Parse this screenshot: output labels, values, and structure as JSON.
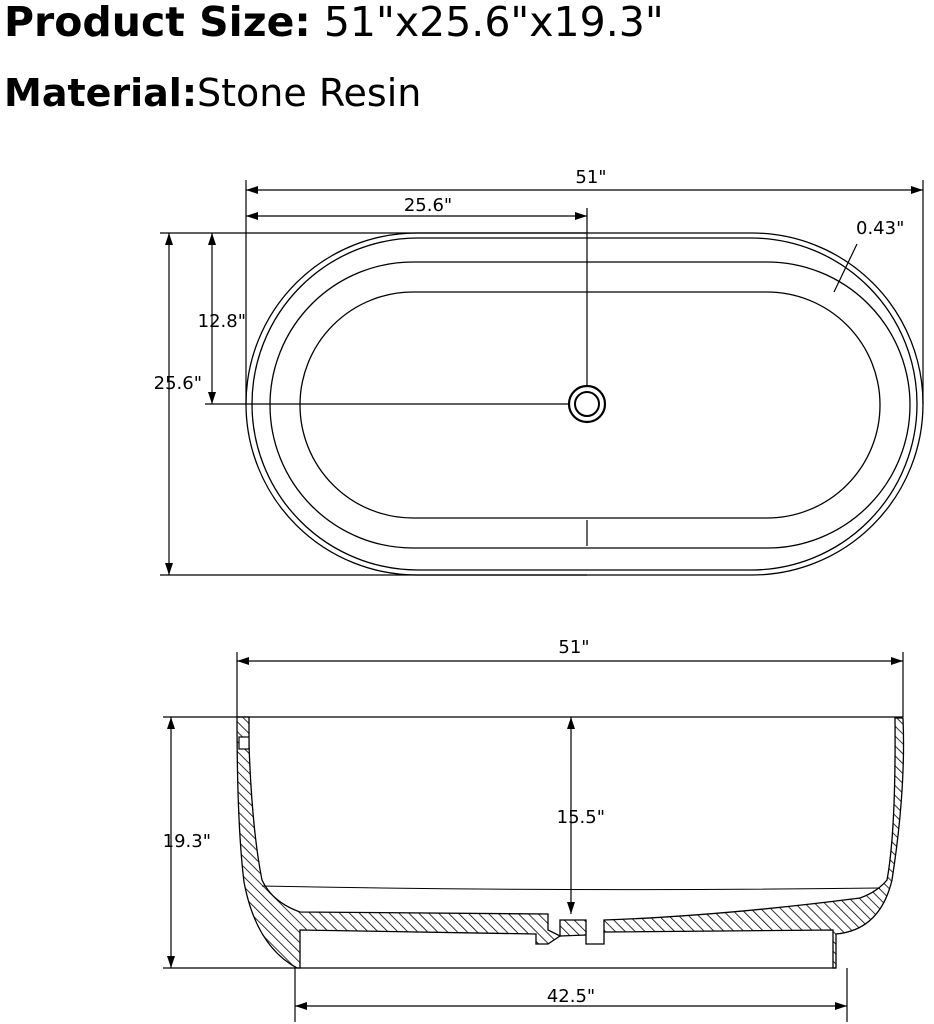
{
  "specs": {
    "size_label": "Product Size:",
    "size_value": " 51\"x25.6\"x19.3\"",
    "material_label": "Material:",
    "material_value": "Stone Resin"
  },
  "top_view": {
    "overall_length": "51\"",
    "half_length": "25.6\"",
    "rim_thickness": "0.43\"",
    "half_width": "12.8\"",
    "overall_width": "25.6\""
  },
  "side_view": {
    "overall_length": "51\"",
    "interior_depth": "15.5\"",
    "overall_height": "19.3\"",
    "base_length": "42.5\""
  }
}
